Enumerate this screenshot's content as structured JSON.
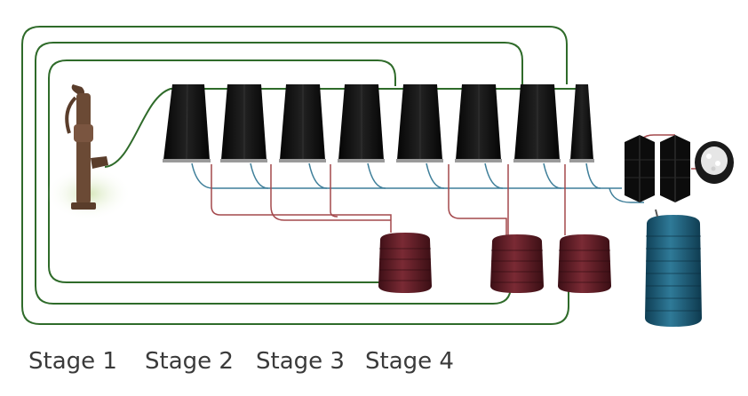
{
  "stages": [
    {
      "label": "Stage 1"
    },
    {
      "label": "Stage 2"
    },
    {
      "label": "Stage 3"
    },
    {
      "label": "Stage 4"
    }
  ],
  "colors": {
    "pipe_green": "#2f6b2a",
    "pipe_red": "#a4484c",
    "pipe_blue": "#3f7f9a",
    "panel_black": "#101010",
    "tank_maroon": "#5a1a22",
    "tank_teal": "#1e5f7a",
    "pump_rust": "#6b4a35"
  },
  "icons": [
    "hand-pump-icon",
    "solar-still-icon",
    "storage-tank-icon",
    "filter-unit-icon",
    "salt-bowl-icon"
  ]
}
